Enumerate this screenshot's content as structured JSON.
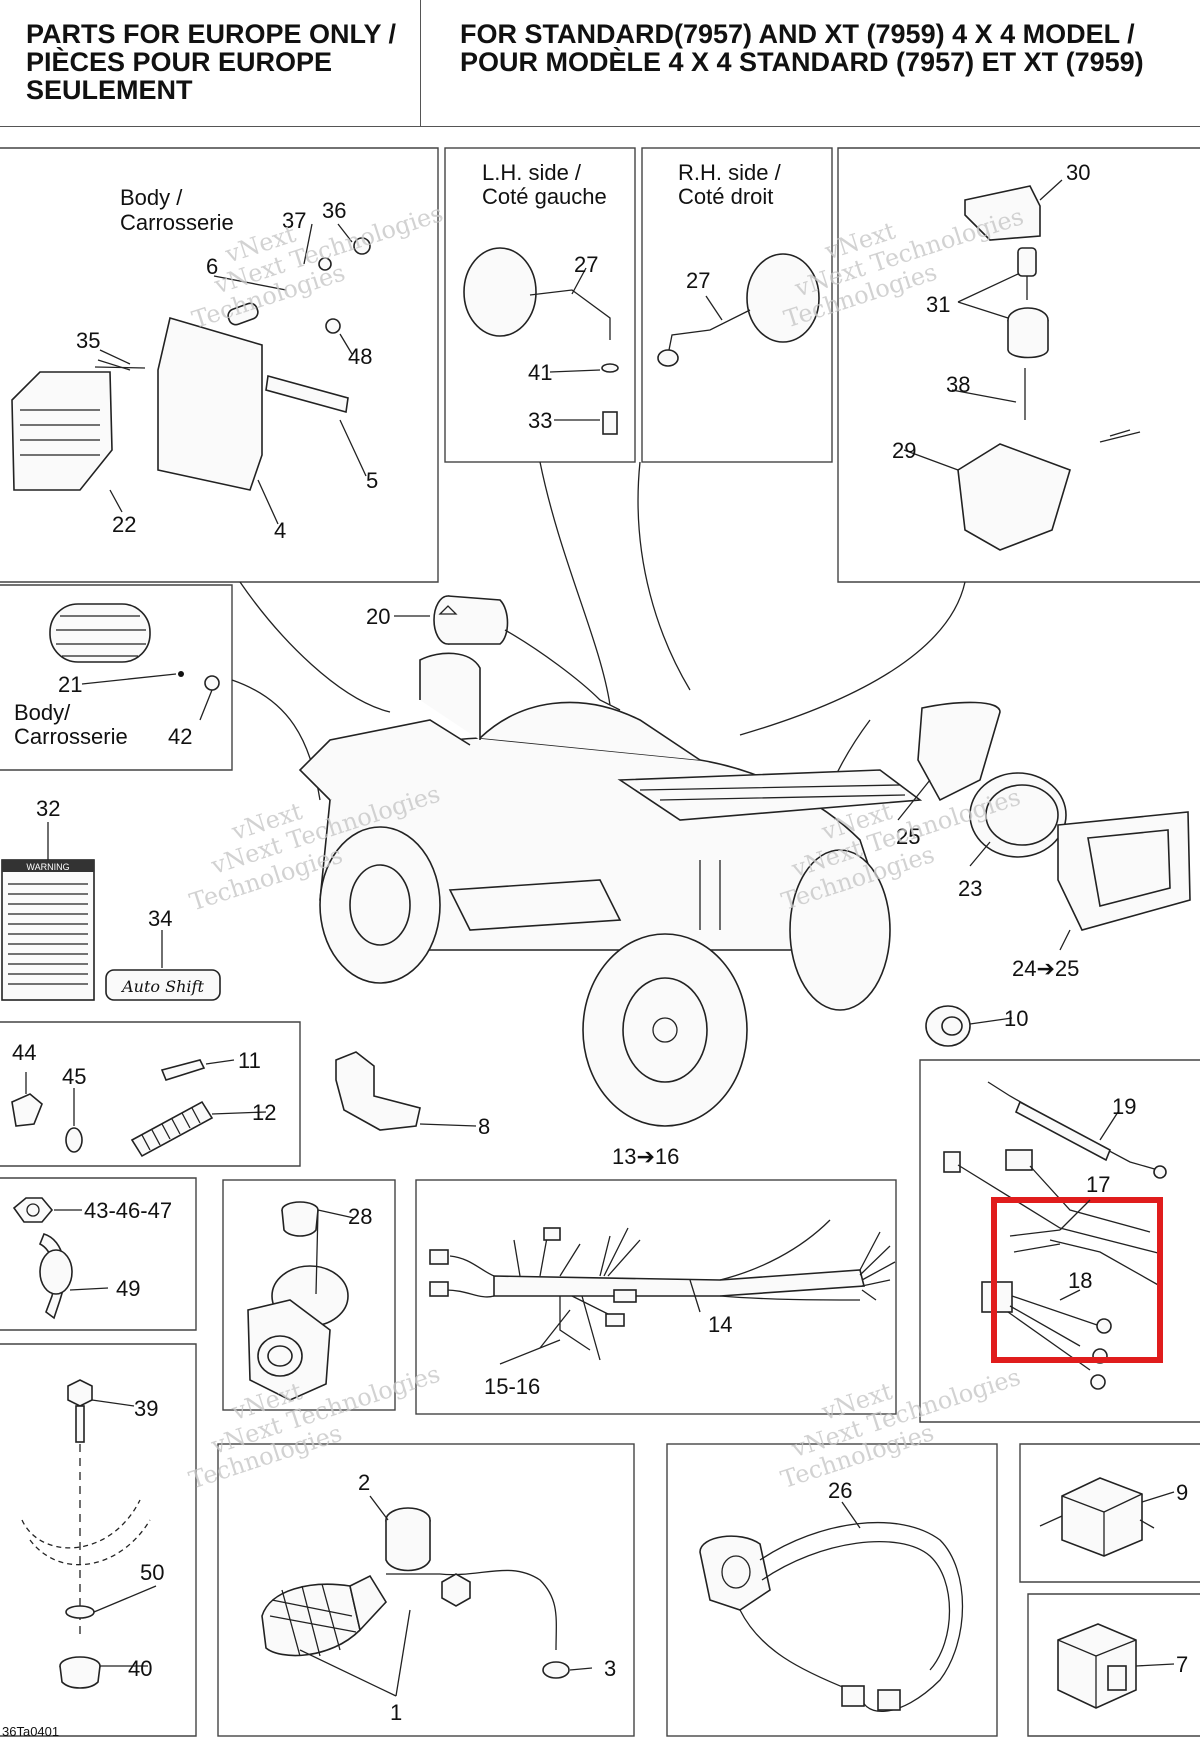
{
  "header": {
    "left_title": "PARTS FOR EUROPE ONLY / PIÈCES POUR EUROPE SEULEMENT",
    "right_title": "FOR STANDARD(7957) AND XT (7959) 4 X 4 MODEL / POUR MODÈLE 4 X 4 STANDARD (7957) ET XT (7959)"
  },
  "captions": {
    "body1": "Body /",
    "carrosserie1": "Carrosserie",
    "lh_side": "L.H. side /",
    "cote_gauche": "Coté gauche",
    "rh_side": "R.H. side /",
    "cote_droit": "Coté droit",
    "body2": "Body/",
    "carrosserie2": "Carrosserie"
  },
  "callouts": [
    "30",
    "37",
    "36",
    "6",
    "35",
    "48",
    "5",
    "22",
    "4",
    "27",
    "41",
    "33",
    "27",
    "31",
    "38",
    "29",
    "20",
    "21",
    "42",
    "32",
    "34",
    "25",
    "23",
    "24➔25",
    "10",
    "44",
    "45",
    "11",
    "12",
    "8",
    "43-46-47",
    "49",
    "28",
    "13➔16",
    "14",
    "15-16",
    "19",
    "17",
    "18",
    "39",
    "50",
    "40",
    "2",
    "1",
    "3",
    "26",
    "9",
    "7"
  ],
  "watermark": {
    "line1": "vNext",
    "line2": "vNext Technologies",
    "line3": "Technologies"
  },
  "decal": {
    "warning": "WARNING",
    "autoshift": "Auto Shift"
  },
  "footer_code": "36Ta0401",
  "highlight": {
    "target": "18",
    "color": "#e01c1c"
  }
}
